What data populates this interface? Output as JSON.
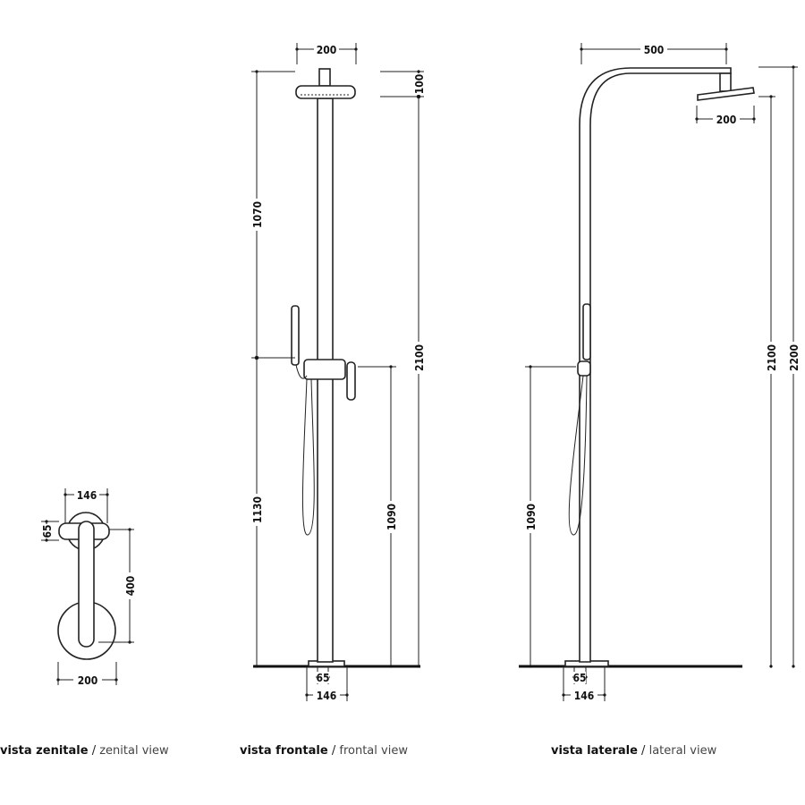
{
  "views": {
    "zenital": {
      "caption_it": "vista zenitale",
      "caption_en": "zenital view",
      "separator": "/",
      "dims": {
        "mixer_width": "146",
        "handle_height": "65",
        "arm_length": "400",
        "base_diameter": "200"
      }
    },
    "frontal": {
      "caption_it": "vista frontale",
      "caption_en": "frontal view",
      "separator": "/",
      "dims": {
        "head_width": "200",
        "head_height": "100",
        "upper_height": "1070",
        "lower_height": "1130",
        "total_height": "2100",
        "mixer_height": "1090",
        "pipe_diameter": "65",
        "base_width": "146"
      }
    },
    "lateral": {
      "caption_it": "vista laterale",
      "caption_en": "lateral view",
      "separator": "/",
      "dims": {
        "arm_reach": "500",
        "head_width": "200",
        "head_height": "2100",
        "total_height": "2200",
        "mixer_height": "1090",
        "pipe_diameter": "65",
        "base_width": "146"
      }
    }
  }
}
